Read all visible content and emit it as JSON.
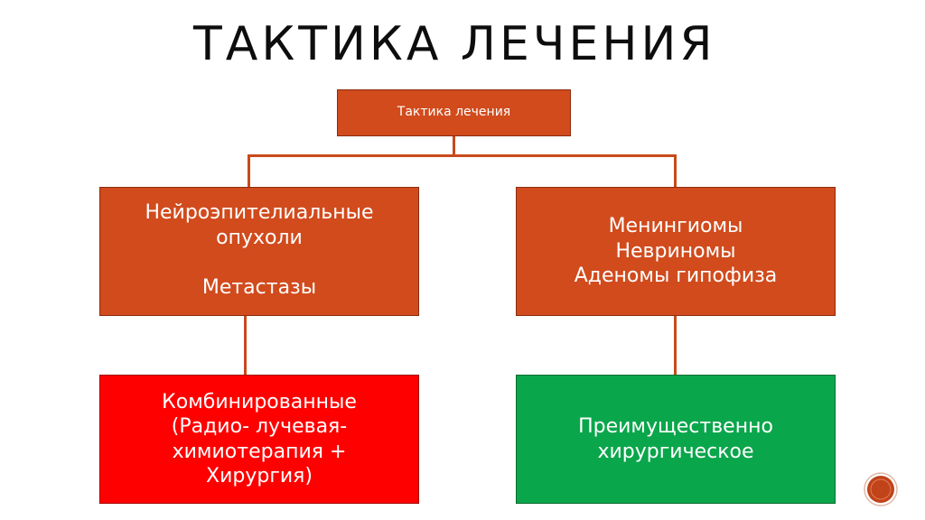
{
  "slide": {
    "title": "ТАКТИКА ЛЕЧЕНИЯ"
  },
  "diagram": {
    "root": "Тактика лечения",
    "left_branch": "Нейроэпителиальные\nопухоли\n\nМетастазы",
    "right_branch": "Менингиомы\nНевриномы\nАденомы гипофиза",
    "left_result": "Комбинированные\n(Радио- лучевая-\nхимиотерапия +\nХирургия)",
    "right_result": "Преимущественно\nхирургическое"
  },
  "colors": {
    "box_orange": "#d14b1d",
    "box_red": "#ff0000",
    "box_green": "#0aa64b",
    "connector": "#c84a1c",
    "title_text": "#0d0d0d"
  },
  "icons": {
    "corner": "circular-logo-icon"
  }
}
